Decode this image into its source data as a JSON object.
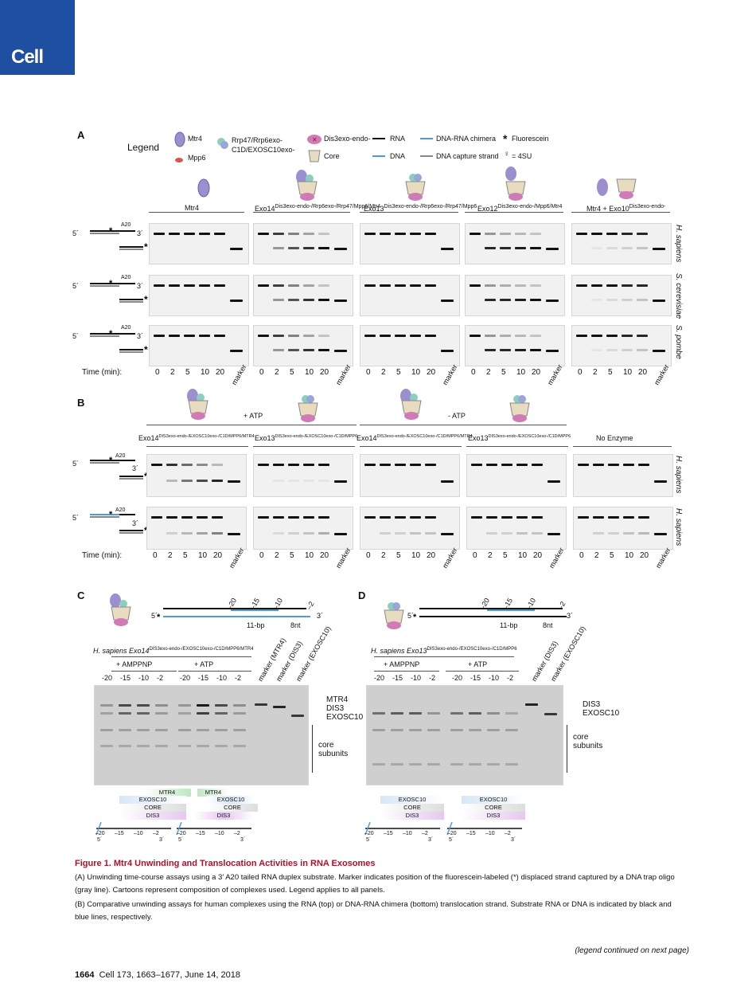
{
  "journal": {
    "logo": "Cell"
  },
  "panelA": {
    "letter": "A",
    "legend": {
      "title": "Legend",
      "items": [
        {
          "label": "Mtr4",
          "icon": "mtr4-icon"
        },
        {
          "label": "Mpp6",
          "icon": "mpp6-icon"
        },
        {
          "label": "Rrp47/Rrp6exo-C1D/EXOSC10exo-",
          "icon": "cap-icon"
        },
        {
          "label": "Dis3exo-endo-",
          "icon": "dis3-icon"
        },
        {
          "label": "Core",
          "icon": "core-icon"
        },
        {
          "label": "RNA",
          "icon": "rna-line-icon"
        },
        {
          "label": "DNA",
          "icon": "dna-line-icon"
        },
        {
          "label": "DNA-RNA chimera",
          "icon": "chimera-line-icon"
        },
        {
          "label": "DNA capture strand",
          "icon": "capture-line-icon"
        },
        {
          "label": "Fluorescein",
          "icon": "asterisk-icon"
        },
        {
          "label": "= 4SU",
          "icon": "4su-icon"
        }
      ]
    },
    "conditions": [
      {
        "label": "Mtr4"
      },
      {
        "label": "Exo14",
        "sup": "Dis3exo-endo-/Rrp6exo-/Rrp47/Mpp6/Mtr4"
      },
      {
        "label": "Exo13",
        "sup": "Dis3exo-endo-/Rrp6exo-/Rrp47/Mpp6"
      },
      {
        "label": "Exo12",
        "sup": "Dis3exo-endo-/Mpp6/Mtr4"
      },
      {
        "label": "Mtr4 + Exo10",
        "sup": "Dis3exo-endo-"
      }
    ],
    "species": [
      "H. sapiens",
      "S. cerevisiae",
      "S. pombe"
    ],
    "substrate": {
      "five": "5´",
      "three": "3´",
      "tail": "A20"
    },
    "time_label": "Time (min):",
    "times": [
      "0",
      "2",
      "5",
      "10",
      "20"
    ],
    "marker": "marker"
  },
  "panelB": {
    "letter": "B",
    "plus_atp": "+ ATP",
    "minus_atp": "- ATP",
    "conditions": [
      {
        "label": "Exo14",
        "sup": "DIS3exo-endo-/EXOSC10exo-/C1D/MPP6/MTR4"
      },
      {
        "label": "Exo13",
        "sup": "DIS3exo-endo-/EXOSC10exo-/C1D/MPP6"
      },
      {
        "label": "Exo14",
        "sup": "DIS3exo-endo-/EXOSC10exo-/C1D/MPP6/MTR4"
      },
      {
        "label": "Exo13",
        "sup": "DIS3exo-endo-/EXOSC10exo-/C1D/MPP6"
      },
      {
        "label": "No Enzyme",
        "sup": ""
      }
    ],
    "species": [
      "H. sapiens",
      "H. sapiens"
    ],
    "time_label": "Time (min):"
  },
  "panelC": {
    "letter": "C",
    "title": "H. sapiens Exo14",
    "title_sup": "DIS3exo-endo-/EXOSC10exo-/C1D/MPP6/MTR4",
    "positions": [
      "–20",
      "–15",
      "–10",
      "–2"
    ],
    "bp": "11-bp",
    "nt": "8nt",
    "groups": [
      "+ AMPPNP",
      "+ ATP"
    ],
    "lanes": [
      "-20",
      "-15",
      "-10",
      "-2",
      "-20",
      "-15",
      "-10",
      "-2"
    ],
    "markers": [
      "marker (MTR4)",
      "marker (DIS3)",
      "marker (EXOSC10)"
    ],
    "band_labels": [
      "MTR4",
      "DIS3",
      "EXOSC10"
    ],
    "core": "core subunits",
    "chips1": [
      "MTR4",
      "EXOSC10",
      "CORE",
      "DIS3"
    ],
    "chips2": [
      "MTR4",
      "EXOSC10",
      "CORE",
      "DIS3"
    ]
  },
  "panelD": {
    "letter": "D",
    "title": "H. sapiens Exo13",
    "title_sup": "DIS3exo-endo-/EXOSC10exo-/C1D/MPP6",
    "groups": [
      "+ AMPPNP",
      "+ ATP"
    ],
    "lanes": [
      "-20",
      "-15",
      "-10",
      "-2",
      "-20",
      "-15",
      "-10",
      "-2"
    ],
    "markers": [
      "marker (DIS3)",
      "marker (EXOSC10)"
    ],
    "band_labels": [
      "DIS3",
      "EXOSC10"
    ],
    "core": "core subunits",
    "chips1": [
      "EXOSC10",
      "CORE",
      "DIS3"
    ],
    "chips2": [
      "EXOSC10",
      "CORE",
      "DIS3"
    ]
  },
  "caption": {
    "title": "Figure 1. Mtr4 Unwinding and Translocation Activities in RNA Exosomes",
    "a": "(A) Unwinding time-course assays using a 3′ A20 tailed RNA duplex substrate. Marker indicates position of the fluorescein-labeled (*) displaced strand captured by a DNA trap oligo (gray line). Cartoons represent composition of complexes used. Legend applies to all panels.",
    "b": "(B) Comparative unwinding assays for human complexes using the RNA (top) or DNA-RNA chimera (bottom) translocation strand. Substrate RNA or DNA is indicated by black and blue lines, respectively.",
    "continued": "(legend continued on next page)"
  },
  "footer": {
    "page": "1664",
    "citation": "Cell 173, 1663–1677, June 14, 2018"
  }
}
